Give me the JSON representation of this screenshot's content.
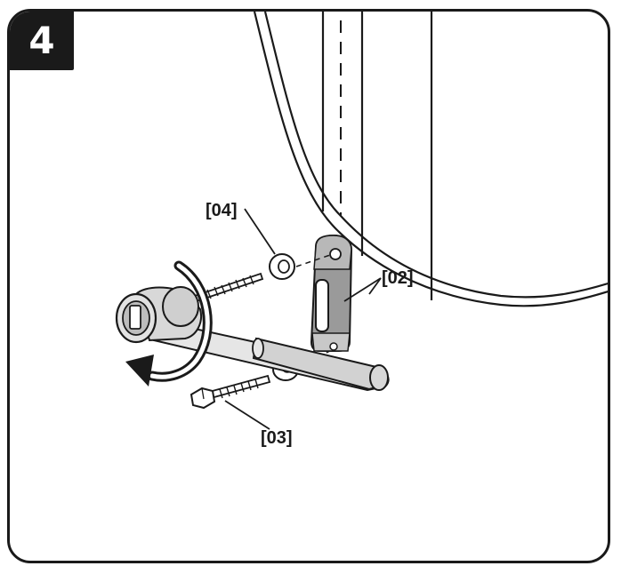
{
  "step": {
    "number": "4"
  },
  "callouts": {
    "washer": "[04]",
    "bracket": "[02]",
    "screw": "[03]"
  },
  "colors": {
    "ink": "#1a1a1a",
    "bracket_fill": "#9a9a9a",
    "tool_fill": "#d8d8d8"
  }
}
